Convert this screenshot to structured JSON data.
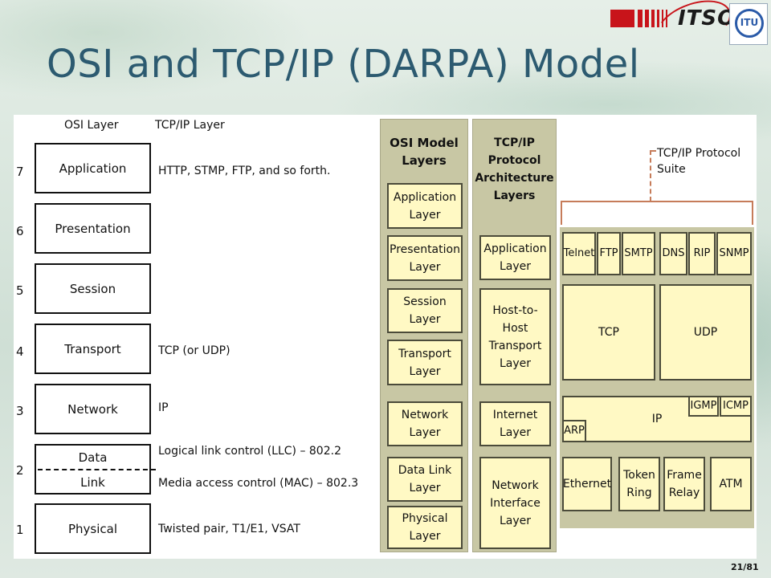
{
  "slide": {
    "title": "OSI and TCP/IP (DARPA) Model",
    "page": "21/81"
  },
  "logos": {
    "itso": "ITSO",
    "itu": "ITU"
  },
  "left_diagram": {
    "col_osi": "OSI Layer",
    "col_tcp": "TCP/IP Layer",
    "layers": [
      {
        "num": "7",
        "name": "Application",
        "tcp": "HTTP, STMP, FTP, and so forth."
      },
      {
        "num": "6",
        "name": "Presentation",
        "tcp": ""
      },
      {
        "num": "5",
        "name": "Session",
        "tcp": ""
      },
      {
        "num": "4",
        "name": "Transport",
        "tcp": "TCP (or UDP)"
      },
      {
        "num": "3",
        "name": "Network",
        "tcp": "IP"
      },
      {
        "num": "2",
        "name_top": "Data",
        "name_bottom": "Link",
        "tcp_top": "Logical link control (LLC) – 802.2",
        "tcp_bottom": "Media access control (MAC) – 802.3"
      },
      {
        "num": "1",
        "name": "Physical",
        "tcp": "Twisted pair, T1/E1, VSAT"
      }
    ]
  },
  "right_diagram": {
    "osi_title": "OSI Model Layers",
    "tcp_title": "TCP/IP Protocol Architecture Layers",
    "suite_label_1": "TCP/IP Protocol",
    "suite_label_2": "Suite",
    "osi_layers": [
      "Application Layer",
      "Presentation Layer",
      "Session Layer",
      "Transport Layer",
      "Network Layer",
      "Data Link Layer",
      "Physical Layer"
    ],
    "tcp_layers": [
      "Application Layer",
      "Host-to-Host Transport Layer",
      "Internet Layer",
      "Network Interface Layer"
    ],
    "app_protocols": [
      "Telnet",
      "FTP",
      "SMTP",
      "DNS",
      "RIP",
      "SNMP"
    ],
    "transport_protocols": [
      "TCP",
      "UDP"
    ],
    "internet": {
      "main": "IP",
      "igmp": "IGMP",
      "icmp": "ICMP",
      "arp": "ARP"
    },
    "link_protocols": [
      "Ethernet",
      "Token Ring",
      "Frame Relay",
      "ATM"
    ]
  }
}
